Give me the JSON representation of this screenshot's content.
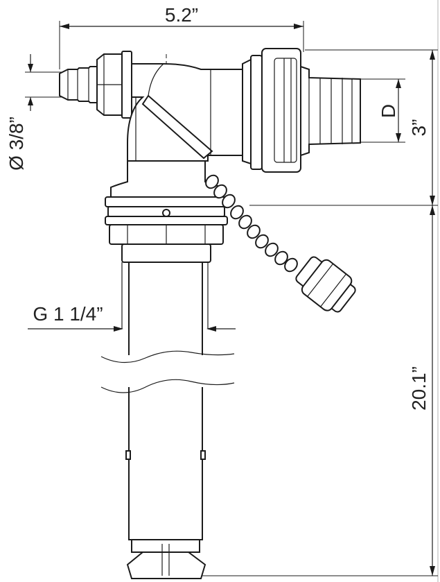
{
  "dimensions": {
    "width_label": "5.2”",
    "hose_barb_label": "Ø 3/8”",
    "outlet_label": "D",
    "outlet_height_label": "3”",
    "thread_label": "G 1 1/4”",
    "length_label": "20.1”"
  },
  "colors": {
    "line": "#1a1a1a",
    "background": "#ffffff"
  }
}
